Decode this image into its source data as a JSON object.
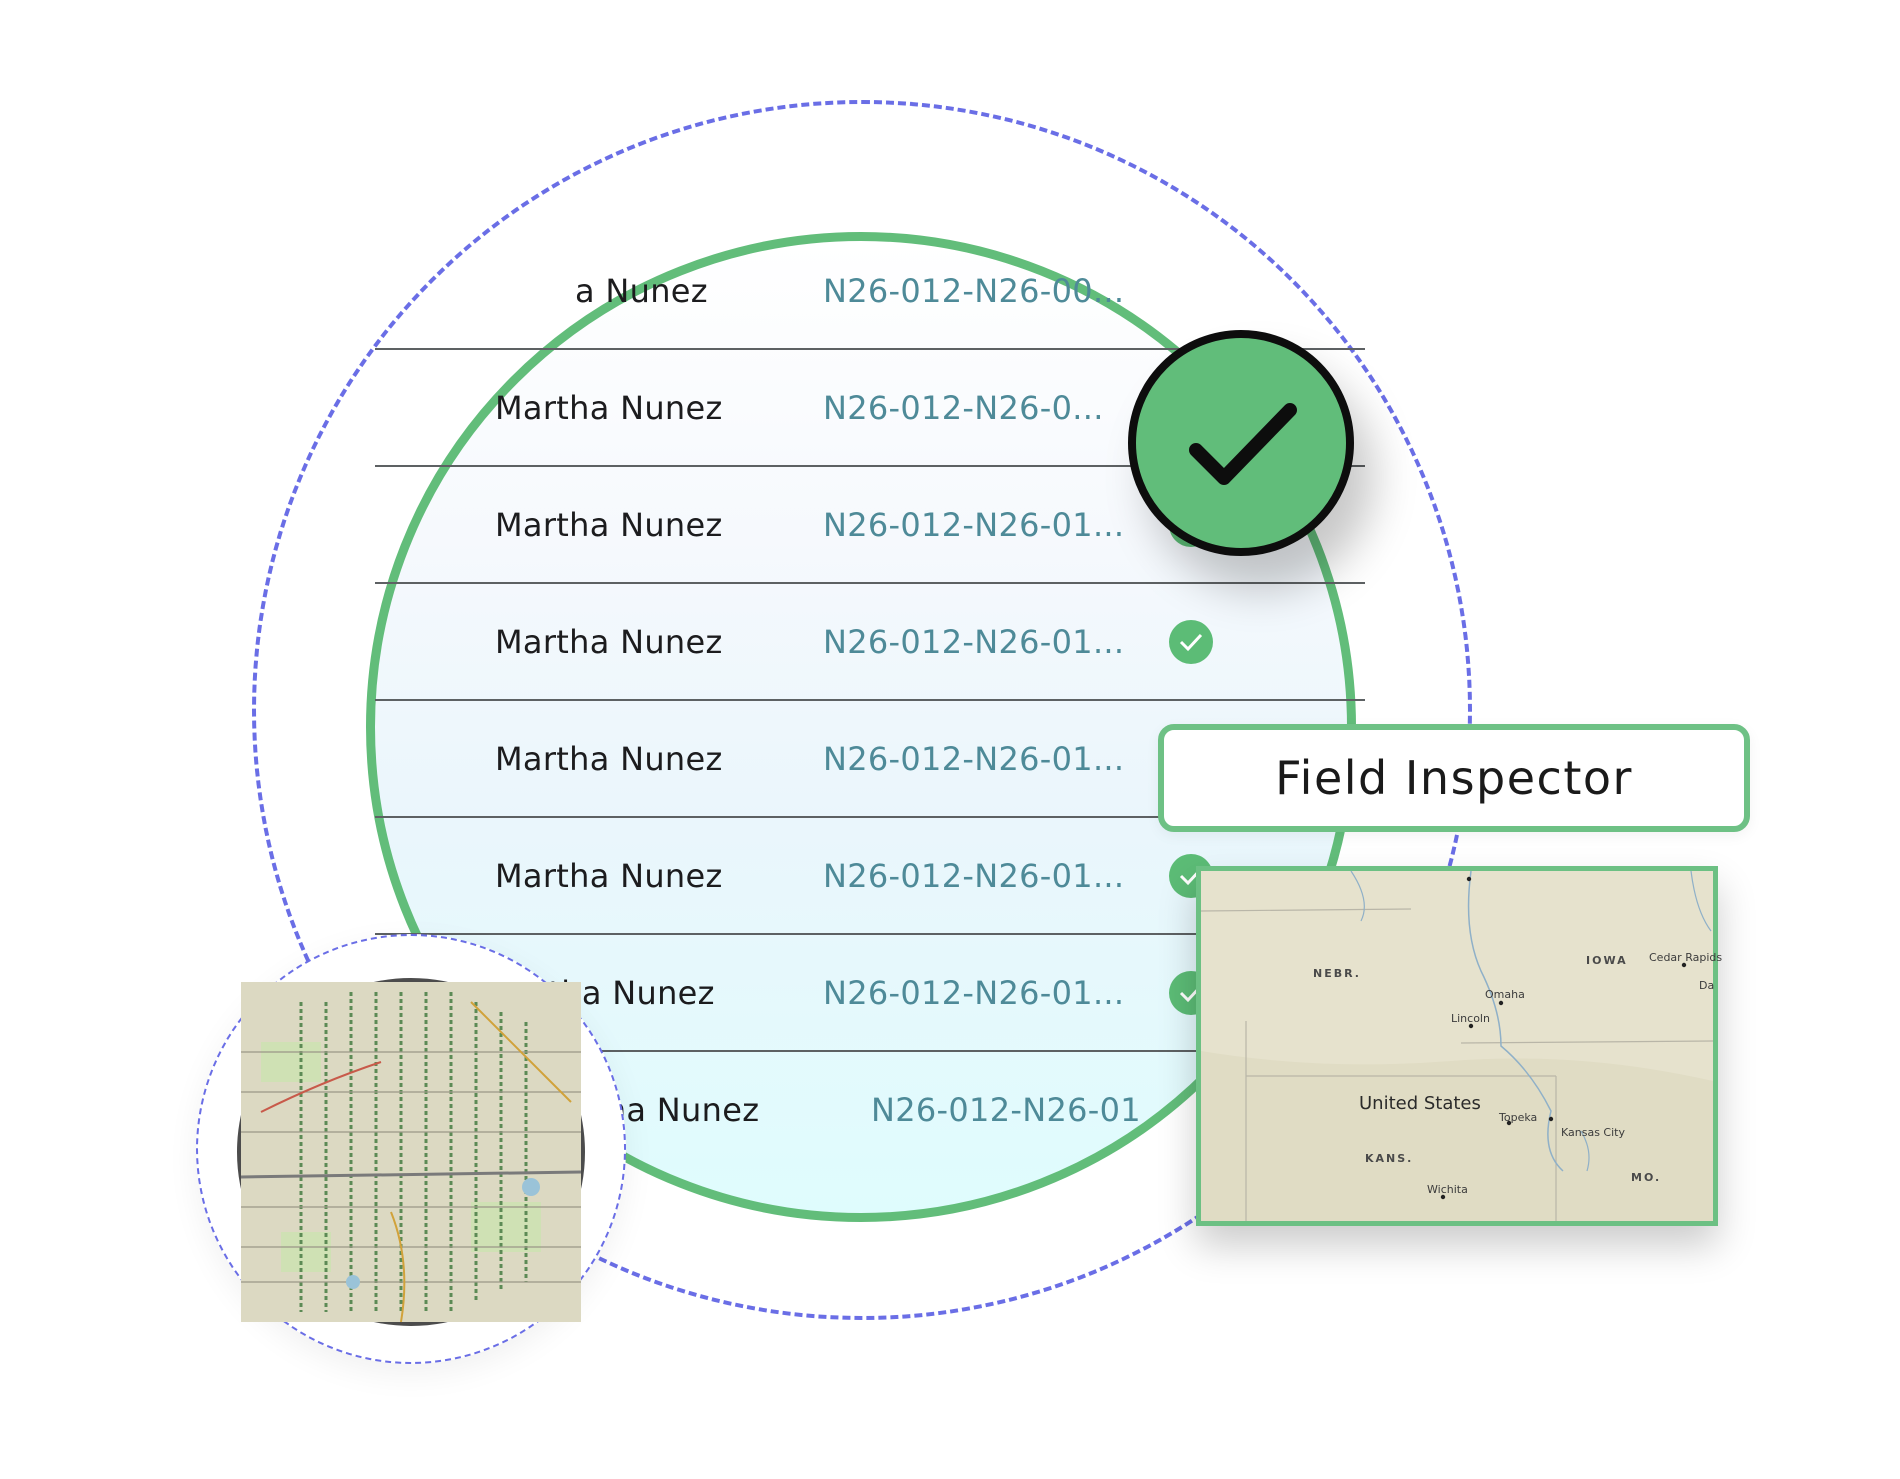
{
  "table": {
    "rows": [
      {
        "name": "a Nunez",
        "ref": "N26-012-N26-00...",
        "checked": false
      },
      {
        "name": "Martha Nunez",
        "ref": "N26-012-N26-0...",
        "checked": false
      },
      {
        "name": "Martha Nunez",
        "ref": "N26-012-N26-01...",
        "checked": true
      },
      {
        "name": "Martha Nunez",
        "ref": "N26-012-N26-01...",
        "checked": true
      },
      {
        "name": "Martha Nunez",
        "ref": "N26-012-N26-01...",
        "checked": false
      },
      {
        "name": "Martha Nunez",
        "ref": "N26-012-N26-01...",
        "checked": true
      },
      {
        "name": "rtha Nunez",
        "ref": "N26-012-N26-01...",
        "checked": true
      },
      {
        "name": "tha Nunez",
        "ref": "N26-012-N26-01",
        "checked": false
      }
    ]
  },
  "badge": {
    "icon": "checkmark-icon"
  },
  "role_label": "Field Inspector",
  "region_map": {
    "country": "United States",
    "states": [
      "NEBR.",
      "IOWA",
      "KANS.",
      "MO."
    ],
    "cities": [
      "Omaha",
      "Lincoln",
      "Cedar Rapids",
      "Da",
      "Topeka",
      "Kansas City",
      "Wichita"
    ]
  },
  "colors": {
    "accent_green": "#62bd7a",
    "dashed_ring": "#6a6ee6",
    "ref_text": "#4e8a98"
  }
}
